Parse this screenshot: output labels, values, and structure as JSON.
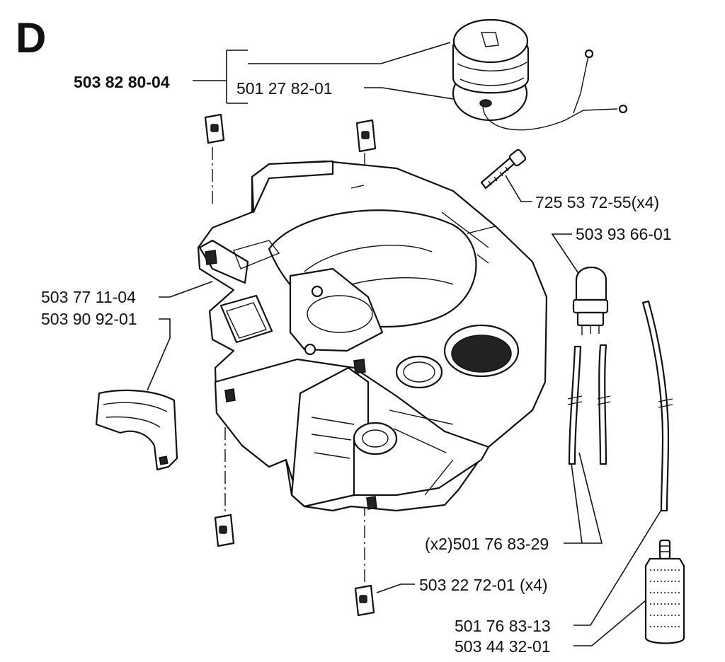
{
  "section_letter": "D",
  "labels": {
    "assembly": "503 82 80-04",
    "cap_oring": "501 27 82-01",
    "screw": "725 53 72-55(x4)",
    "primer_bulb": "503 93 66-01",
    "tank_part_a": "503 77 11-04",
    "tank_part_b": "503 90 92-01",
    "hose_pair": "(x2)501 76 83-29",
    "clip": "503 22 72-01 (x4)",
    "fuel_hose": "501 76 83-13",
    "fuel_filter": "503 44 32-01"
  }
}
